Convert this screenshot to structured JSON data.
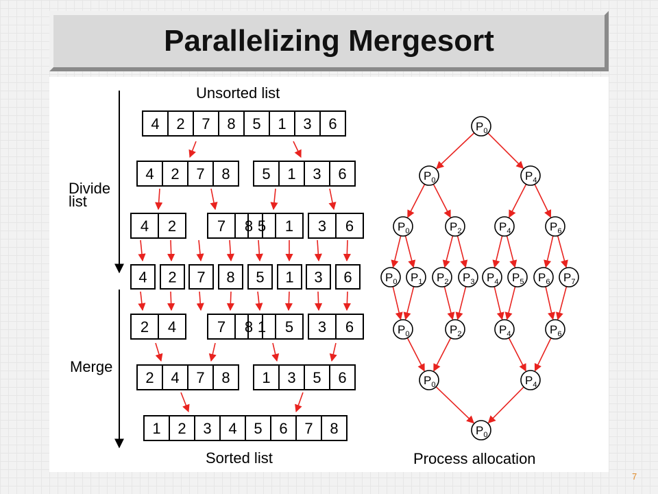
{
  "title": "Parallelizing Mergesort",
  "page_number": "7",
  "colors": {
    "arrow": "#e8231f",
    "box_border": "#000000",
    "title_bar": "#d9d9d9",
    "page_number": "#e08a28"
  },
  "labels": {
    "unsorted": "Unsorted list",
    "divide_line1": "Divide",
    "divide_line2": "list",
    "merge": "Merge",
    "sorted": "Sorted list",
    "process_allocation": "Process allocation"
  },
  "lists": [
    {
      "values": [
        "4",
        "2",
        "7",
        "8",
        "5",
        "1",
        "3",
        "6"
      ]
    },
    {
      "values": [
        "4",
        "2",
        "7",
        "8"
      ]
    },
    {
      "values": [
        "5",
        "1",
        "3",
        "6"
      ]
    },
    {
      "values": [
        "4",
        "2"
      ]
    },
    {
      "values": [
        "7",
        "8"
      ]
    },
    {
      "values": [
        "5",
        "1"
      ]
    },
    {
      "values": [
        "3",
        "6"
      ]
    },
    {
      "values": [
        "4"
      ]
    },
    {
      "values": [
        "2"
      ]
    },
    {
      "values": [
        "7"
      ]
    },
    {
      "values": [
        "8"
      ]
    },
    {
      "values": [
        "5"
      ]
    },
    {
      "values": [
        "1"
      ]
    },
    {
      "values": [
        "3"
      ]
    },
    {
      "values": [
        "6"
      ]
    },
    {
      "values": [
        "2",
        "4"
      ]
    },
    {
      "values": [
        "7",
        "8"
      ]
    },
    {
      "values": [
        "1",
        "5"
      ]
    },
    {
      "values": [
        "3",
        "6"
      ]
    },
    {
      "values": [
        "2",
        "4",
        "7",
        "8"
      ]
    },
    {
      "values": [
        "1",
        "3",
        "5",
        "6"
      ]
    },
    {
      "values": [
        "1",
        "2",
        "3",
        "4",
        "5",
        "6",
        "7",
        "8"
      ]
    }
  ],
  "tree_nodes": [
    {
      "label": "P",
      "sub": "0"
    },
    {
      "label": "P",
      "sub": "0"
    },
    {
      "label": "P",
      "sub": "4"
    },
    {
      "label": "P",
      "sub": "0"
    },
    {
      "label": "P",
      "sub": "2"
    },
    {
      "label": "P",
      "sub": "4"
    },
    {
      "label": "P",
      "sub": "6"
    },
    {
      "label": "P",
      "sub": "0"
    },
    {
      "label": "P",
      "sub": "1"
    },
    {
      "label": "P",
      "sub": "2"
    },
    {
      "label": "P",
      "sub": "3"
    },
    {
      "label": "P",
      "sub": "4"
    },
    {
      "label": "P",
      "sub": "5"
    },
    {
      "label": "P",
      "sub": "6"
    },
    {
      "label": "P",
      "sub": "7"
    },
    {
      "label": "P",
      "sub": "0"
    },
    {
      "label": "P",
      "sub": "2"
    },
    {
      "label": "P",
      "sub": "4"
    },
    {
      "label": "P",
      "sub": "6"
    },
    {
      "label": "P",
      "sub": "0"
    },
    {
      "label": "P",
      "sub": "4"
    },
    {
      "label": "P",
      "sub": "0"
    }
  ]
}
